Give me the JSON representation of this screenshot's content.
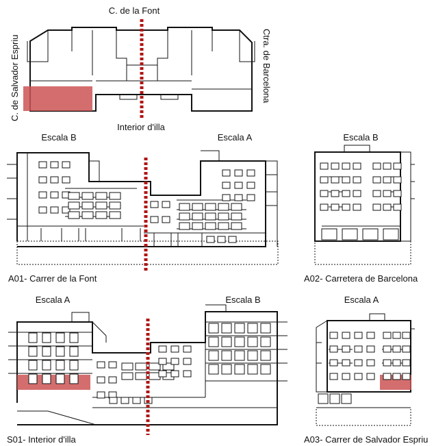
{
  "colors": {
    "cut_line": "#b01616",
    "highlight": "#cc5555"
  },
  "plan": {
    "street_top": "C. de la Font",
    "street_left": "C. de Salvador Espriu",
    "street_right": "Ctra. de Barcelona",
    "street_bottom": "Interior d'illa"
  },
  "elevations": {
    "a01": {
      "stair_left": "Escala B",
      "stair_right": "Escala A",
      "caption": "A01- Carrer de la Font"
    },
    "a02": {
      "stair": "Escala B",
      "caption": "A02- Carretera de Barcelona"
    },
    "s01": {
      "stair_left": "Escala A",
      "stair_right": "Escala B",
      "caption": "S01- Interior d'illa"
    },
    "a03": {
      "stair": "Escala A",
      "caption": "A03- Carrer de Salvador Espriu"
    }
  }
}
